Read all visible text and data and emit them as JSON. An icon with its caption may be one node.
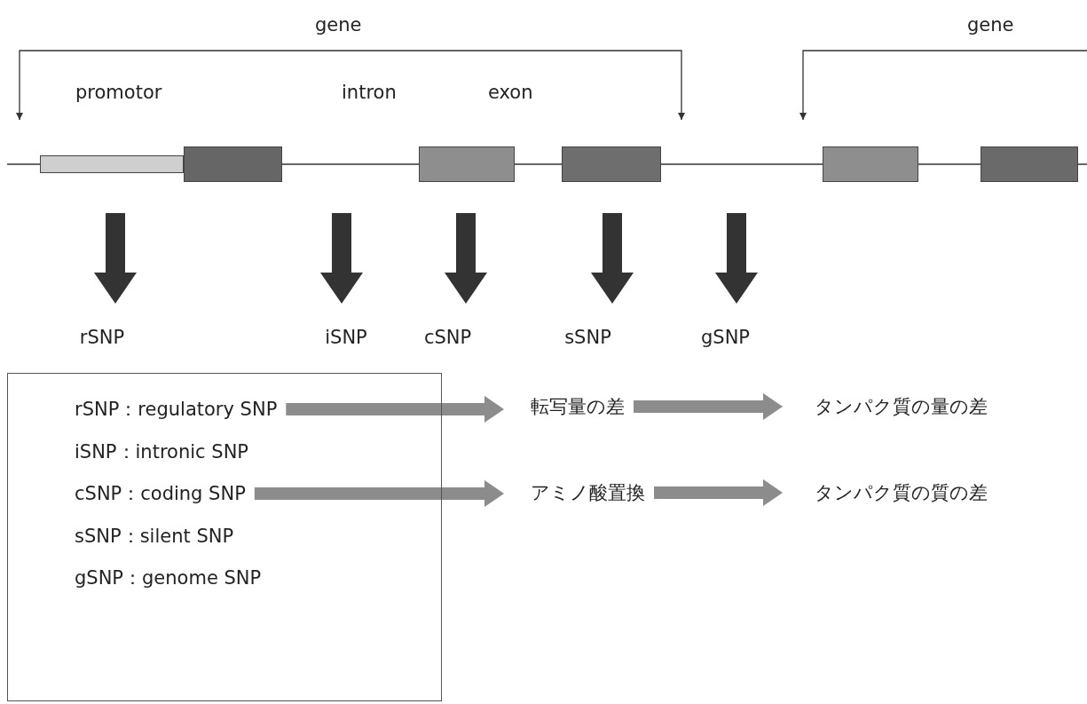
{
  "diagram": {
    "nodes": [
      {
        "text": [],
        "shape": "box"
      },
      {
        "text": [],
        "shape": "box"
      },
      {
        "text": [],
        "shape": "box"
      },
      {
        "text": [],
        "shape": "box"
      },
      {
        "text": [],
        "shape": "box"
      },
      {
        "text": [],
        "shape": "box"
      },
      {
        "text": [
          "rSNP"
        ]
      },
      {
        "text": [
          "iSNP"
        ]
      },
      {
        "text": [
          "cSNP"
        ]
      },
      {
        "text": [
          "sSNP"
        ]
      },
      {
        "text": [
          "gSNP"
        ]
      },
      {
        "text": [],
        "shape": "box"
      },
      {
        "text": [
          "rSNP：regulatory SNP"
        ],
        "in": 11
      },
      {
        "text": [
          "iSNP：intronic SNP"
        ],
        "in": 11
      },
      {
        "text": [
          "cSNP：coding SNP"
        ],
        "in": 11
      },
      {
        "text": [
          "sSNP：silent SNP"
        ],
        "in": 11
      },
      {
        "text": [
          "gSNP：genome SNP"
        ],
        "in": 11
      },
      {
        "text": [
          "転写量の差"
        ]
      },
      {
        "text": [
          "タンパク質の量の差"
        ]
      },
      {
        "text": [
          "アミノ酸置換"
        ]
      },
      {
        "text": [
          "タンパク質の質の差"
        ]
      }
    ],
    "edges": [
      {
        "from": null,
        "to": 6,
        "arrow": "to"
      },
      {
        "from": null,
        "to": 7,
        "arrow": "to"
      },
      {
        "from": null,
        "to": 8,
        "arrow": "to"
      },
      {
        "from": null,
        "to": 9,
        "arrow": "to"
      },
      {
        "from": null,
        "to": 10,
        "arrow": "to"
      },
      {
        "from": 12,
        "to": 17,
        "arrow": "to",
        "color": "#8c8c8c"
      },
      {
        "from": 17,
        "to": 18,
        "arrow": "to",
        "color": "#8c8c8c"
      },
      {
        "from": 14,
        "to": 19,
        "arrow": "to",
        "color": "#8c8c8c"
      },
      {
        "from": 19,
        "to": 20,
        "arrow": "to",
        "color": "#8c8c8c"
      }
    ],
    "labels": [
      "gene",
      "gene",
      "promotor",
      "intron",
      "exon"
    ]
  }
}
